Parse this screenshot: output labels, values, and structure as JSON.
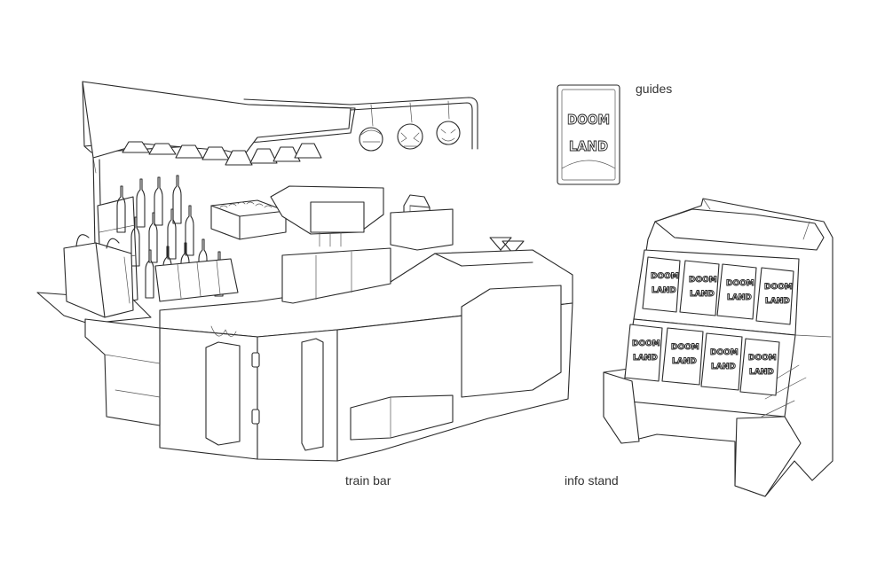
{
  "labels": {
    "guides": "guides",
    "train_bar": "train bar",
    "info_stand": "info stand"
  },
  "logo": {
    "line1": "DOOM",
    "line2": "LAND"
  },
  "colors": {
    "background": "#ffffff",
    "line": "#2a2a2a",
    "label_text": "#333333"
  }
}
